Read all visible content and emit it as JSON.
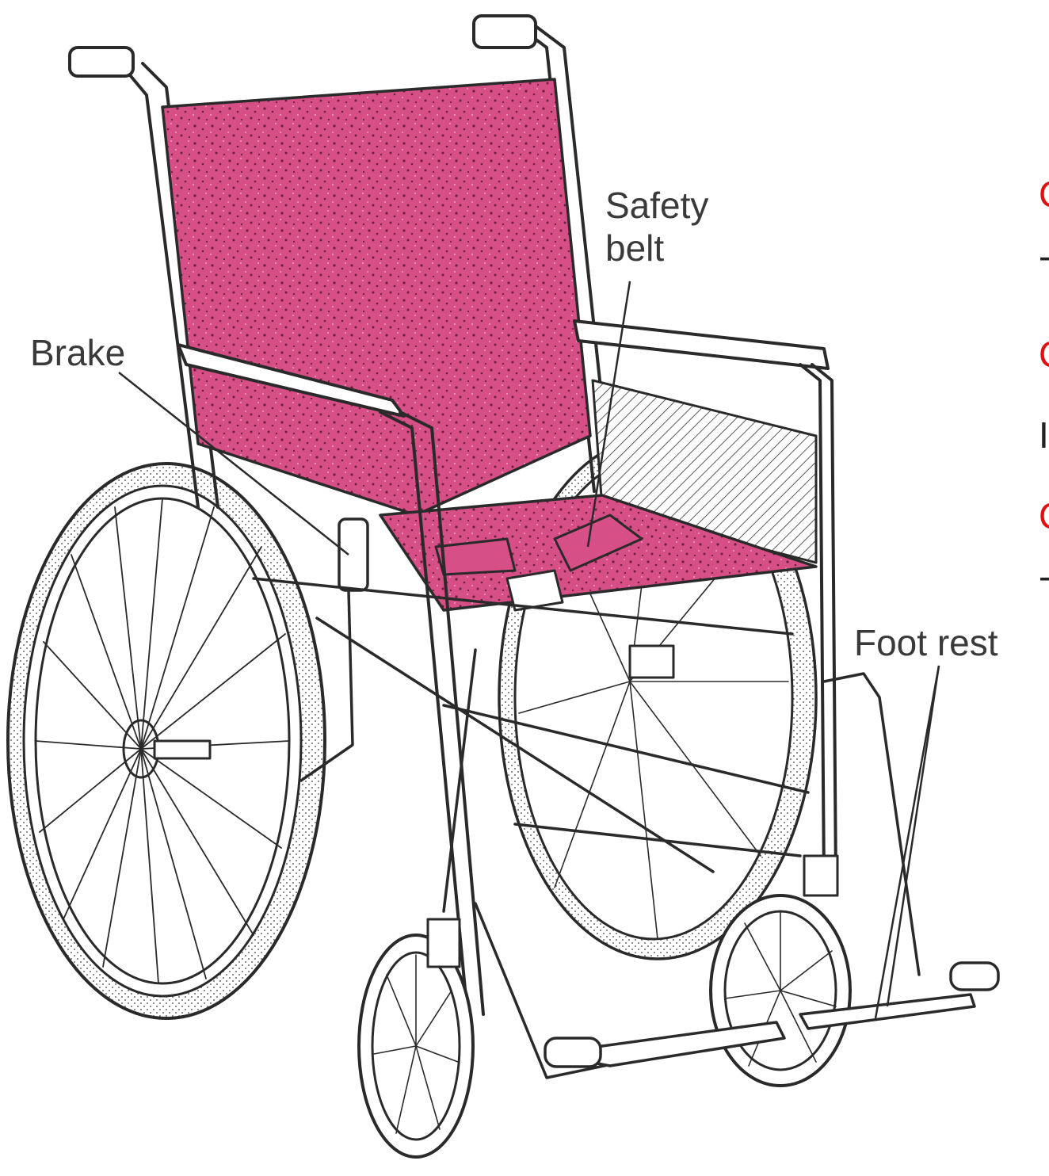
{
  "labels": {
    "brake": "Brake",
    "safety_line1": "Safety",
    "safety_line2": "belt",
    "foot_rest": "Foot rest"
  },
  "cropped_text": {
    "line1": "C",
    "line2": "-",
    "line3": "C",
    "line4": "I",
    "line5": "C",
    "line6": "-"
  },
  "colors": {
    "upholstery": "#d64f86",
    "upholstery_dots": "#6e1e3e",
    "frame_stroke": "#2a2a2a",
    "label_text": "#3a3a3a",
    "accent_red": "#e01010"
  }
}
